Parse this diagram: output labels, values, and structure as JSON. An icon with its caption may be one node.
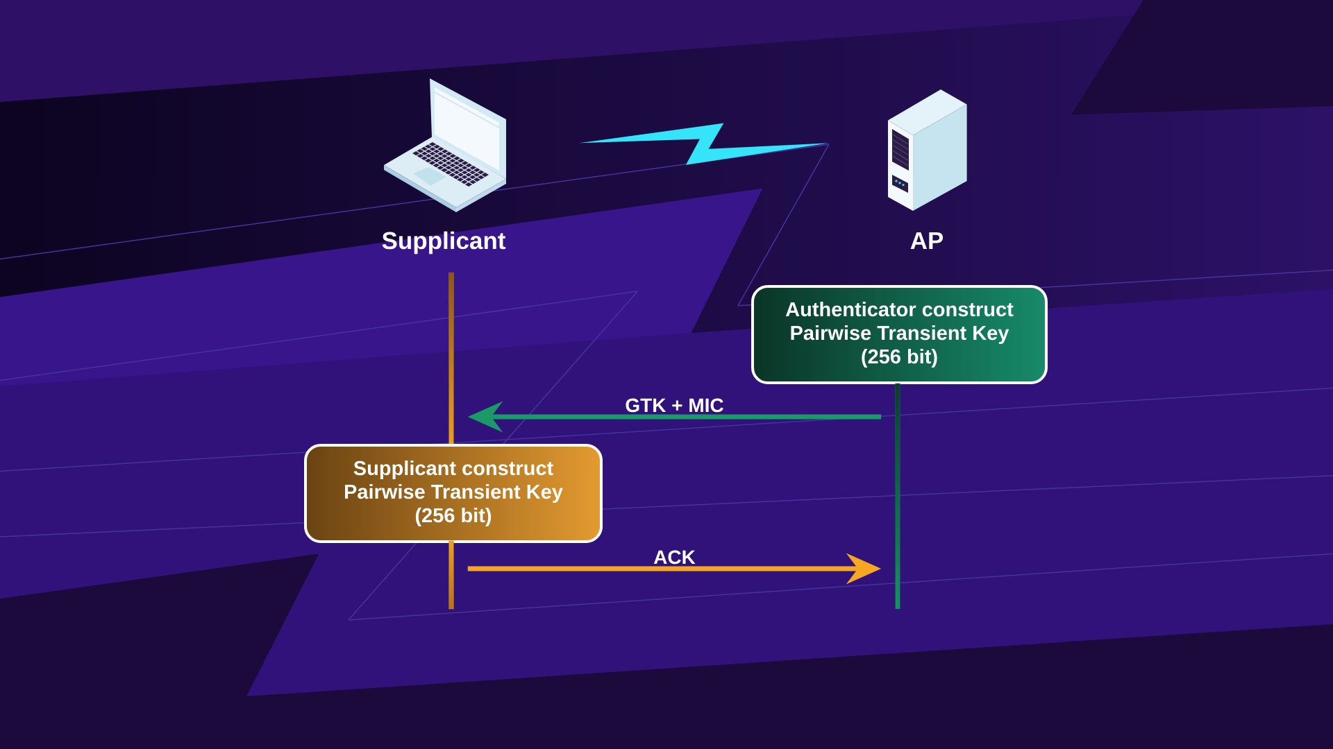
{
  "diagram": {
    "nodes": [
      {
        "text": [
          "Supplicant"
        ]
      },
      {
        "text": [
          "AP"
        ]
      },
      {
        "text": [],
        "shape": "bar"
      },
      {
        "text": [
          "Authenticator construct Pairwise Transient Key (256 bit)"
        ]
      },
      {
        "text": [],
        "shape": "bar"
      },
      {
        "text": [
          "Supplicant construct Pairwise Transient Key (256 bit)"
        ]
      },
      {
        "text": [],
        "shape": "bar"
      }
    ],
    "edges": [
      {
        "from": 4,
        "to": 2,
        "arrow": "to",
        "label": "GTK + MIC",
        "color": "#1a9a68"
      },
      {
        "from": 6,
        "to": 4,
        "arrow": "to",
        "label": "ACK",
        "color": "#f5a623"
      }
    ]
  }
}
